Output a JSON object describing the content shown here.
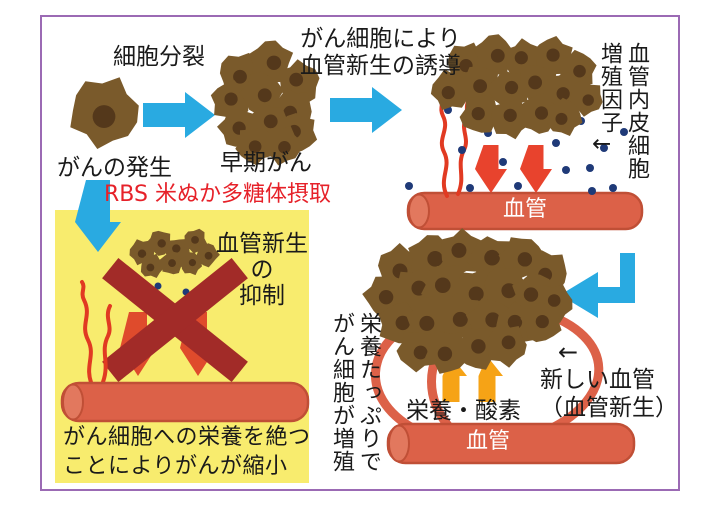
{
  "colors": {
    "border_purple": "#9b6ab4",
    "arrow_blue": "#29aae1",
    "cell_body": "#7a5a2b",
    "cell_nucleus": "#54381b",
    "arrow_red": "#e8432d",
    "arrow_orange": "#f6a316",
    "blocked_arrow": "#df4b2c",
    "vessel_fill": "#dc6148",
    "vessel_dark": "#c04f36",
    "vessel_cap": "#e2785e",
    "dot_navy": "#1f3a78",
    "panel_yellow": "#f8ec6e",
    "x_mark": "#a22b28",
    "sprout_red": "#e13a22",
    "text_red": "#e62129"
  },
  "diagram": {
    "cell_division": "細胞分裂",
    "cancer_onset": "がんの発生",
    "early_cancer": "早期がん",
    "induction": "がん細胞により\n血管新生の誘導",
    "vegf_vertical": "血管内皮細胞\n増殖因子",
    "vegf_arrow": "←",
    "vessel_top": "血管",
    "rbs_title": "RBS 米ぬか多糖体摂取",
    "inhibition": "血管新生\nの\n抑制",
    "starve_caption": "がん細胞への栄養を絶つ\nことによりがんが縮小",
    "growth_vertical": "栄養たっぷりで\nがん細胞が増殖",
    "nutrients": "栄養・酸素",
    "new_vessel_arrow": "←",
    "new_vessel": "新しい血管\n（血管新生）",
    "vessel_bottom": "血管"
  }
}
